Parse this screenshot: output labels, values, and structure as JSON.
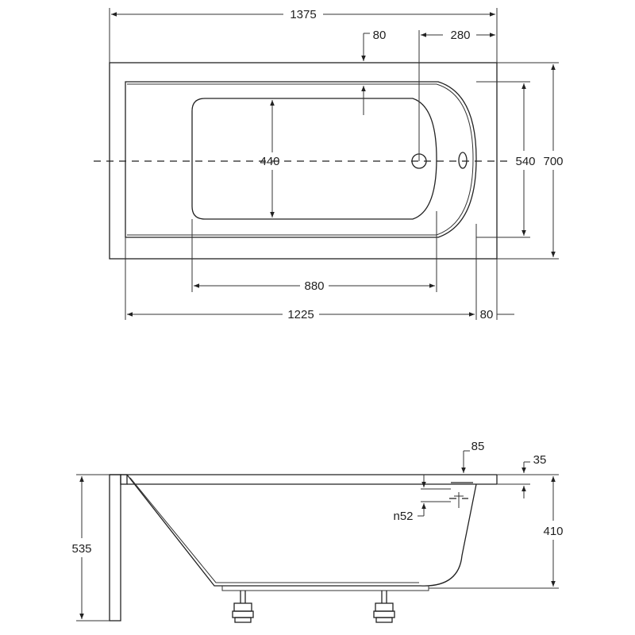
{
  "top_view": {
    "overall_length": "1375",
    "rim_width": "80",
    "drain_offset": "280",
    "inner_width": "440",
    "inner_shell_width": "540",
    "overall_width": "700",
    "inner_length": "880",
    "shell_length": "1225",
    "end_rim": "80"
  },
  "side_view": {
    "overflow_drop": "85",
    "rim_thickness": "35",
    "overflow_diameter": "n52",
    "total_height": "535",
    "tub_depth": "410"
  }
}
